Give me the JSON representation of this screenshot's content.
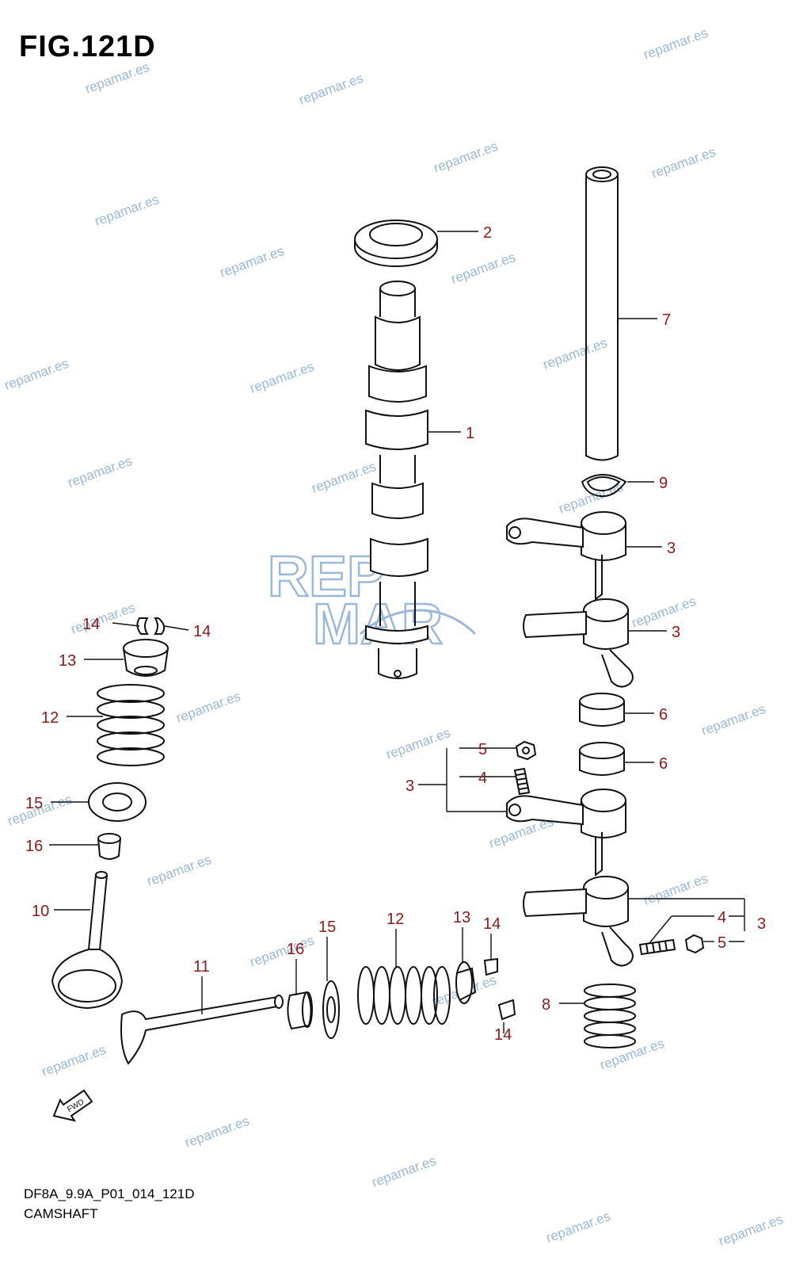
{
  "figure": {
    "title": "FIG.121D",
    "code": "DF8A_9.9A_P01_014_121D",
    "name": "CAMSHAFT",
    "fwd_label": "FWD"
  },
  "watermark": {
    "text": "repamar.es",
    "color": "#9bb8d8"
  },
  "logo": {
    "line1": "REP",
    "line2": "MAR"
  },
  "callouts": {
    "c1": "1",
    "c2": "2",
    "c7": "7",
    "c9": "9",
    "c3a": "3",
    "c3b": "3",
    "c6a": "6",
    "c6b": "6",
    "c5a": "5",
    "c4a": "4",
    "c3c": "3",
    "c4b": "4",
    "c5b": "5",
    "c3d": "3",
    "c8": "8",
    "c14a": "14",
    "c14b": "14",
    "c13a": "13",
    "c12a": "12",
    "c15a": "15",
    "c16a": "16",
    "c10": "10",
    "c11": "11",
    "c16b": "16",
    "c15b": "15",
    "c12b": "12",
    "c13b": "13",
    "c14c": "14",
    "c14d": "14"
  },
  "colors": {
    "callout": "#8b1a1a",
    "line": "#111111"
  }
}
